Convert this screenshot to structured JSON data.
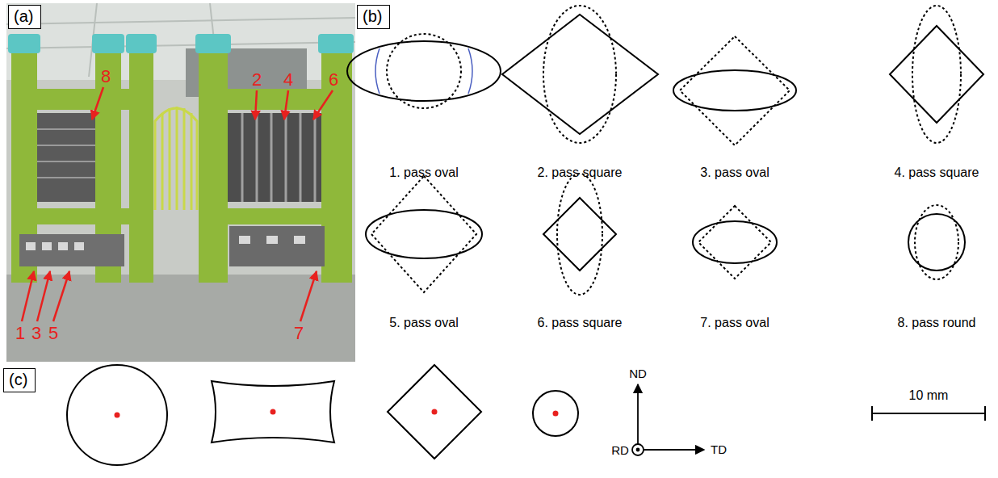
{
  "diagram": {
    "nodes": [
      {
        "text": [
          "(a)"
        ]
      },
      {
        "text": [
          "(b)"
        ]
      },
      {
        "text": [
          "(c)"
        ]
      }
    ],
    "labels": [
      "8",
      "2",
      "4",
      "6",
      "1",
      "3",
      "5",
      "7",
      "1. pass oval",
      "2. pass square",
      "3. pass oval",
      "4. pass square",
      "5. pass oval",
      "6. pass square",
      "7. pass oval",
      "8. pass round",
      "ND",
      "RD",
      "TD",
      "10 mm"
    ]
  }
}
